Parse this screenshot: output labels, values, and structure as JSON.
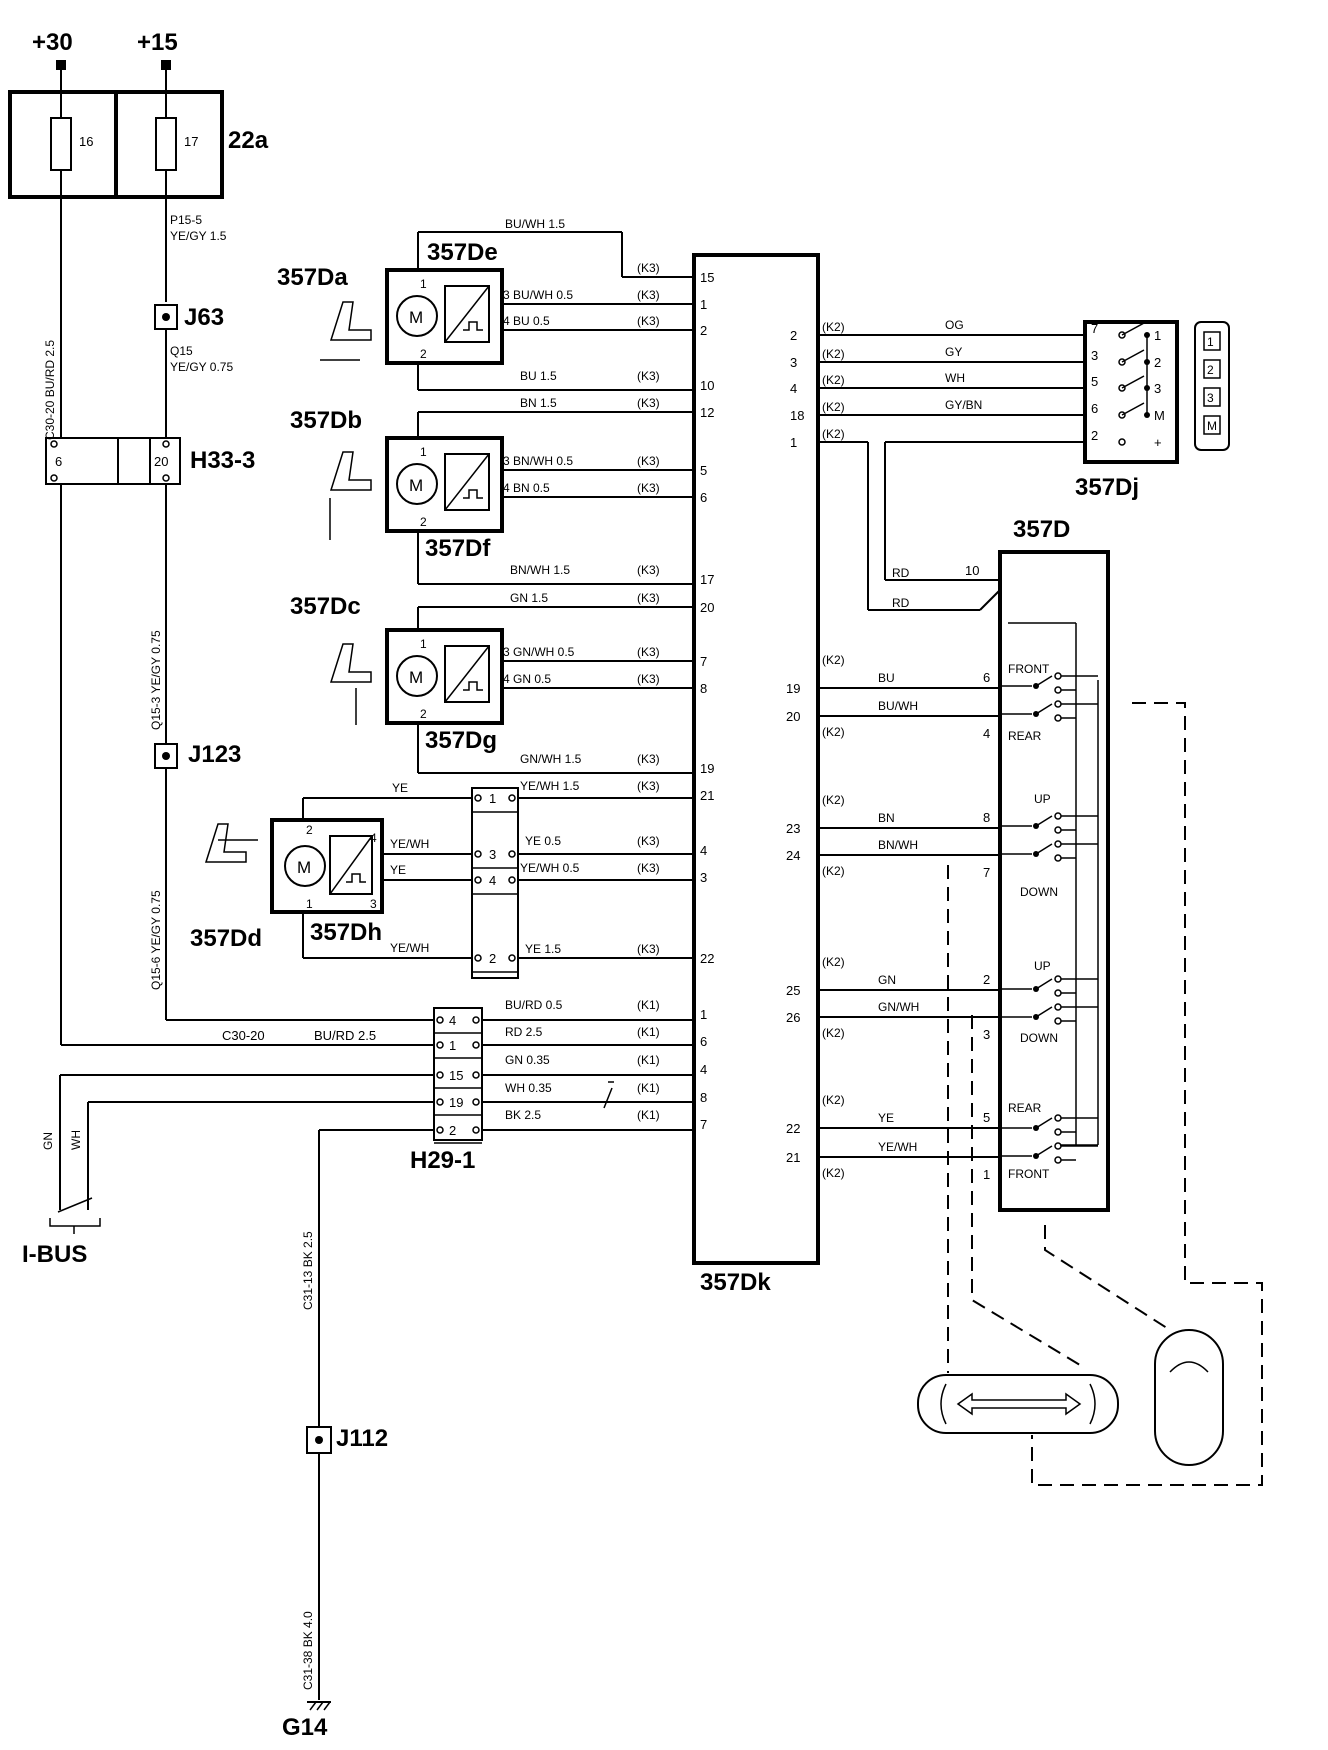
{
  "supply": {
    "p30": "+30",
    "p15": "+15"
  },
  "fusebox": {
    "name": "22a",
    "fuse_a": "16",
    "fuse_b": "17"
  },
  "wires": {
    "p15_5": "P15-5",
    "yegy15": "YE/GY  1.5",
    "q15": "Q15",
    "yegy075": "YE/GY 0.75",
    "c3020_vert": "C30-20  BU/RD  2.5",
    "q15_3_vert": "Q15-3    YE/GY  0.75",
    "q15_6_vert": "Q15-6    YE/GY  0.75",
    "c3020_horiz": "C30-20",
    "burd25": "BU/RD  2.5",
    "c3113_vert": "C31-13    BK  2.5",
    "c3138_vert": "C31-38    BK  4.0",
    "bu_wh_15_top": "BU/WH  1.5",
    "bus_gn": "GN",
    "bus_wh": "WH"
  },
  "junctions": {
    "j63": "J63",
    "j123": "J123",
    "j112": "J112",
    "g14": "G14",
    "ibus": "I-BUS"
  },
  "connectors": {
    "h33": "H33-3",
    "h33_pin_a": "6",
    "h33_pin_b": "20",
    "h29": "H29-1",
    "h29_pins": [
      "4",
      "1",
      "15",
      "19",
      "2"
    ],
    "mid_pins": [
      "1",
      "3",
      "4",
      "2"
    ]
  },
  "components": {
    "da": "357Da",
    "de": "357De",
    "db": "357Db",
    "df": "357Df",
    "dc": "357Dc",
    "dg": "357Dg",
    "dd": "357Dd",
    "dh": "357Dh",
    "dk": "357Dk",
    "dj": "357Dj",
    "d": "357D",
    "motor": "M"
  },
  "motor_pins": {
    "de": [
      "1",
      "2"
    ],
    "df": [
      "1",
      "2"
    ],
    "dg": [
      "1",
      "2"
    ],
    "dh": [
      "2",
      "1",
      "4",
      "3"
    ]
  },
  "left_wires": [
    {
      "txt": "BU/WH  1.5",
      "k": "(K3)",
      "pin": "15"
    },
    {
      "txt": "3 BU/WH  0.5",
      "k": "(K3)",
      "pin": "1"
    },
    {
      "txt": "4 BU  0.5",
      "k": "(K3)",
      "pin": "2"
    },
    {
      "txt": "BU  1.5",
      "k": "(K3)",
      "pin": "10"
    },
    {
      "txt": "BN  1.5",
      "k": "(K3)",
      "pin": "12"
    },
    {
      "txt": "3 BN/WH  0.5",
      "k": "(K3)",
      "pin": "5"
    },
    {
      "txt": "4 BN  0.5",
      "k": "(K3)",
      "pin": "6"
    },
    {
      "txt": "BN/WH  1.5",
      "k": "(K3)",
      "pin": "17"
    },
    {
      "txt": "GN  1.5",
      "k": "(K3)",
      "pin": "20"
    },
    {
      "txt": "3 GN/WH 0.5",
      "k": "(K3)",
      "pin": "7"
    },
    {
      "txt": "4 GN  0.5",
      "k": "(K3)",
      "pin": "8"
    },
    {
      "txt": "GN/WH 1.5",
      "k": "(K3)",
      "pin": "19"
    },
    {
      "txt": "YE/WH  1.5",
      "k": "(K3)",
      "pin": "21"
    },
    {
      "txt": "YE  0.5",
      "k": "(K3)",
      "pin": "4"
    },
    {
      "txt": "YE/WH  0.5",
      "k": "(K3)",
      "pin": "3"
    },
    {
      "txt": "YE  1.5",
      "k": "(K3)",
      "pin": "22"
    },
    {
      "txt": "BU/RD  0.5",
      "k": "(K1)",
      "pin": "1"
    },
    {
      "txt": "RD  2.5",
      "k": "(K1)",
      "pin": "6"
    },
    {
      "txt": "GN  0.35",
      "k": "(K1)",
      "pin": "4"
    },
    {
      "txt": "WH  0.35",
      "k": "(K1)",
      "pin": "8"
    },
    {
      "txt": "BK   2.5",
      "k": "(K1)",
      "pin": "7"
    }
  ],
  "dh_wires": {
    "ye": "YE",
    "yewh_a": "YE/WH",
    "ye_b": "YE",
    "yewh_b": "YE/WH"
  },
  "right_wires": [
    {
      "pin": "2",
      "k": "(K2)",
      "txt": "OG"
    },
    {
      "pin": "3",
      "k": "(K2)",
      "txt": "GY"
    },
    {
      "pin": "4",
      "k": "(K2)",
      "txt": "WH"
    },
    {
      "pin": "18",
      "k": "(K2)",
      "txt": "GY/BN"
    },
    {
      "pin": "1",
      "k": "(K2)",
      "txt": "RD"
    }
  ],
  "dj_pins": [
    "7",
    "3",
    "5",
    "6",
    "2"
  ],
  "dj_out": [
    "1",
    "2",
    "3",
    "M",
    "+"
  ],
  "dj_keys": [
    "1",
    "2",
    "3",
    "M"
  ],
  "d_wires": [
    {
      "pin": "19",
      "k": "(K2)",
      "txt": "BU",
      "sw": "6"
    },
    {
      "pin": "20",
      "k": "(K2)",
      "txt": "BU/WH",
      "sw": "4"
    },
    {
      "pin": "23",
      "k": "(K2)",
      "txt": "BN",
      "sw": "8"
    },
    {
      "pin": "24",
      "k": "(K2)",
      "txt": "BN/WH",
      "sw": "7"
    },
    {
      "pin": "25",
      "k": "(K2)",
      "txt": "GN",
      "sw": "2"
    },
    {
      "pin": "26",
      "k": "(K2)",
      "txt": "GN/WH",
      "sw": "3"
    },
    {
      "pin": "22",
      "k": "(K2)",
      "txt": "YE",
      "sw": "5"
    },
    {
      "pin": "21",
      "k": "(K2)",
      "txt": "YE/WH",
      "sw": "1"
    }
  ],
  "d_rd": {
    "pin": "10",
    "a": "RD",
    "b": "RD"
  },
  "switch_labels": {
    "front1": "FRONT",
    "rear1": "REAR",
    "up1": "UP",
    "down1": "DOWN",
    "up2": "UP",
    "down2": "DOWN",
    "rear2": "REAR",
    "front2": "FRONT"
  }
}
